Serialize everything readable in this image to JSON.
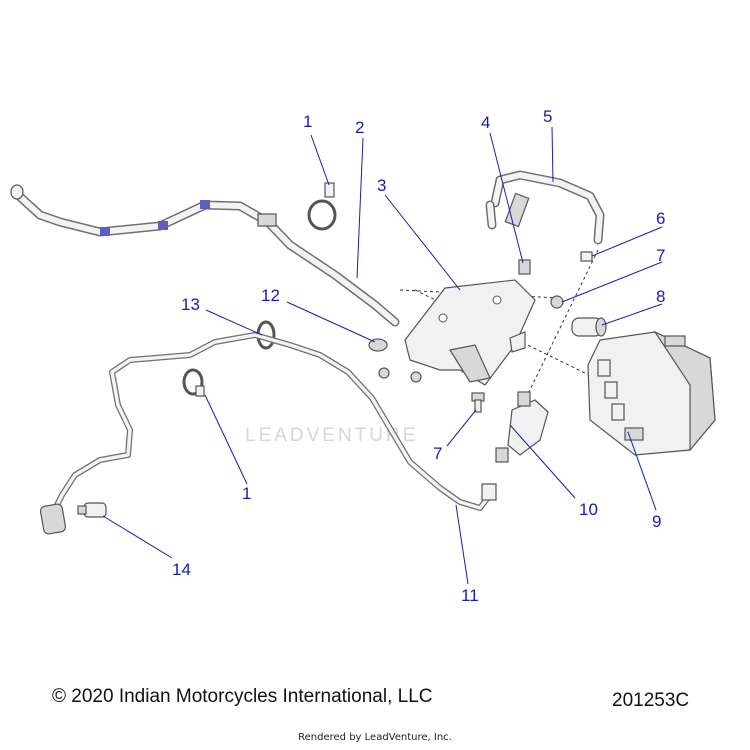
{
  "callouts": [
    {
      "id": "c1a",
      "label": "1",
      "part": "hose-clamp-upper"
    },
    {
      "id": "c2",
      "label": "2",
      "part": "upper-vent-hose"
    },
    {
      "id": "c3",
      "label": "3",
      "part": "mounting-bracket"
    },
    {
      "id": "c4",
      "label": "4",
      "part": "retainer-clip"
    },
    {
      "id": "c5",
      "label": "5",
      "part": "formed-hose"
    },
    {
      "id": "c6",
      "label": "6",
      "part": "hose-clamp-small"
    },
    {
      "id": "c7a",
      "label": "7",
      "part": "nut"
    },
    {
      "id": "c8",
      "label": "8",
      "part": "fitting"
    },
    {
      "id": "c12",
      "label": "12",
      "part": "cable-tie-clip"
    },
    {
      "id": "c13",
      "label": "13",
      "part": "hose-clamp"
    },
    {
      "id": "c7b",
      "label": "7",
      "part": "bolt"
    },
    {
      "id": "c1b",
      "label": "1",
      "part": "hose-clamp-lower"
    },
    {
      "id": "c10",
      "label": "10",
      "part": "purge-valve"
    },
    {
      "id": "c9",
      "label": "9",
      "part": "canister"
    },
    {
      "id": "c14",
      "label": "14",
      "part": "plug"
    },
    {
      "id": "c11",
      "label": "11",
      "part": "lower-vent-hose"
    }
  ],
  "watermark": "LEADVENTURE",
  "footer": {
    "copyright": "© 2020 Indian Motorcycles International, LLC",
    "drawing_number": "201253C",
    "rendered_by": "Rendered by LeadVenture, Inc."
  }
}
